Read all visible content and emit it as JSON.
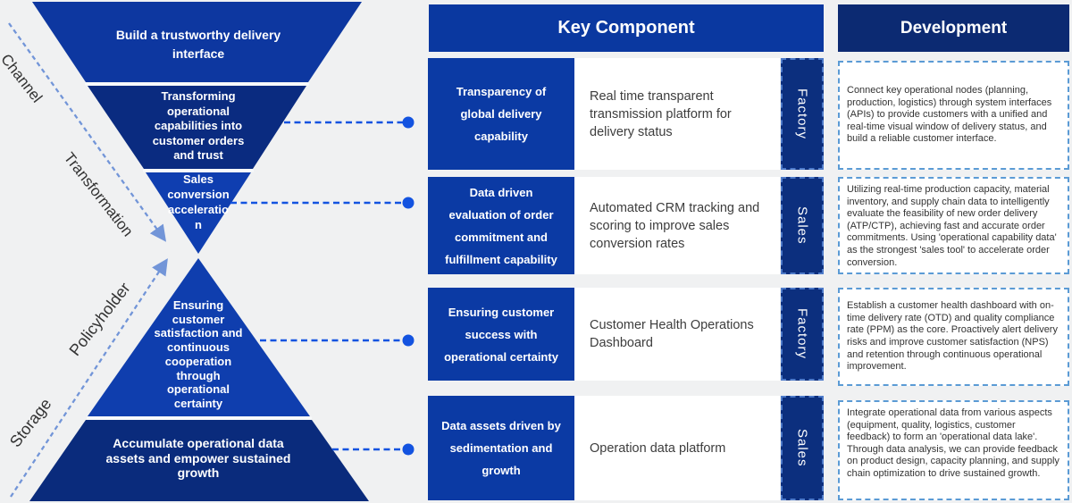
{
  "funnel": {
    "side_labels": [
      {
        "label": "Channel"
      },
      {
        "label": "Transformation"
      },
      {
        "label": "Policyholder"
      },
      {
        "label": "Storage"
      }
    ],
    "bands": [
      {
        "text": "Build a trustworthy delivery\ninterface"
      },
      {
        "text": "Transforming\noperational\ncapabilities into\ncustomer orders\nand trust"
      },
      {
        "text": "Sales\nconversion\nacceleratio\nn"
      },
      {
        "text": "Ensuring\ncustomer\nsatisfaction and\ncontinuous\ncooperation\nthrough\noperational\ncertainty"
      },
      {
        "text": "Accumulate operational data\nassets and empower sustained\ngrowth"
      }
    ]
  },
  "key_component": {
    "header": "Key Component",
    "rows": [
      {
        "key": "Transparency of\nglobal delivery\ncapability",
        "description": "Real time transparent\ntransmission platform for\ndelivery status",
        "tag": "Factory"
      },
      {
        "key": "Data driven\nevaluation of order\ncommitment and\nfulfillment capability",
        "description": "Automated CRM tracking and\nscoring to improve sales\nconversion rates",
        "tag": "Sales"
      },
      {
        "key": "Ensuring customer\nsuccess with\noperational certainty",
        "description": "Customer Health Operations\nDashboard",
        "tag": "Factory"
      },
      {
        "key": "Data assets driven by\nsedimentation and\ngrowth",
        "description": "Operation data platform",
        "tag": "Sales"
      }
    ]
  },
  "development": {
    "header": "Development",
    "notes": [
      "Connect key operational nodes (planning, production, logistics) through system interfaces (APIs) to provide customers with a unified and real-time visual window of delivery status, and build a reliable customer interface.",
      "Utilizing real-time production capacity, material inventory, and supply chain data to intelligently evaluate the feasibility of new order delivery (ATP/CTP), achieving fast and accurate order commitments. Using 'operational capability data' as the strongest 'sales tool' to accelerate order conversion.",
      "Establish a customer health dashboard with on-time delivery rate (OTD) and quality compliance rate (PPM) as the core. Proactively alert delivery risks and improve customer satisfaction (NPS) and retention through continuous operational improvement.",
      "Integrate operational data from various aspects (equipment, quality, logistics, customer feedback) to form an 'operational data lake'. Through data analysis, we can provide feedback on product design, capacity planning, and supply chain optimization to drive sustained growth."
    ]
  },
  "colors": {
    "accent_blue": "#1353e0",
    "royal_blue": "#0e3fb0",
    "navy": "#0a2b7e",
    "key_header": "#0a38a0",
    "dev_header": "#0c2a72",
    "tag_fill": "#0c2f7e",
    "tag_border": "#4d7ac9",
    "dev_border": "#5b9bd5",
    "arrow_blue": "#7295d8",
    "background": "#f0f1f2"
  }
}
